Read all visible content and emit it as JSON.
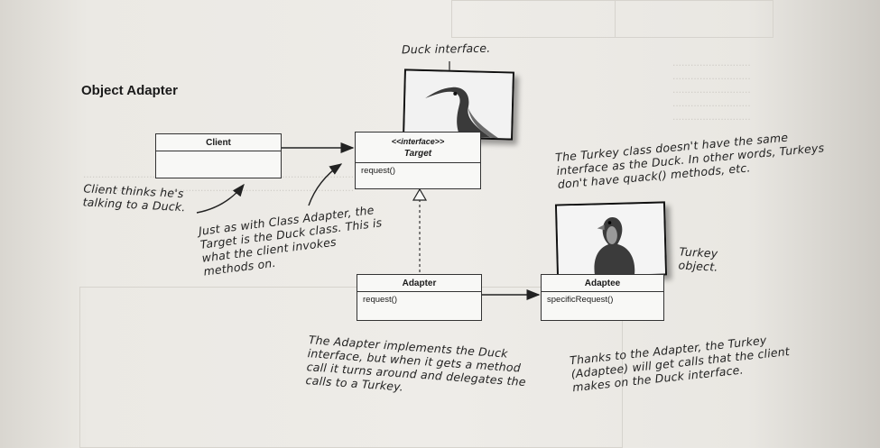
{
  "title": "Object Adapter",
  "classes": {
    "client": {
      "name": "Client",
      "method": ""
    },
    "target": {
      "stereotype": "<<interface>>",
      "name": "Target",
      "method": "request()"
    },
    "adapter": {
      "name": "Adapter",
      "method": "request()"
    },
    "adaptee": {
      "name": "Adaptee",
      "method": "specificRequest()"
    }
  },
  "notes": {
    "duck_interface": "Duck interface.",
    "client_thinks": "Client thinks he's talking to a Duck.",
    "class_adapter": "Just as with Class Adapter, the Target is the Duck class. This is what the client invokes methods on.",
    "turkey_class": "The Turkey class doesn't have the same interface as the Duck. In other words, Turkeys don't have quack() methods, etc.",
    "turkey_object": "Turkey object.",
    "adapter_implements": "The Adapter implements the Duck interface, but when it gets a method call it turns around and delegates the calls to a Turkey.",
    "thanks_adapter": "Thanks to the Adapter, the Turkey (Adaptee) will get calls that the client makes on the Duck interface."
  },
  "images": {
    "duck": "duck-photo",
    "turkey": "turkey-photo"
  }
}
